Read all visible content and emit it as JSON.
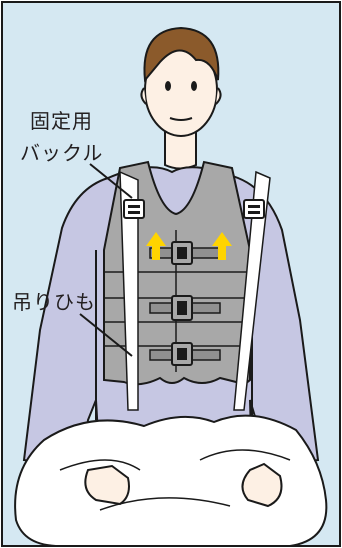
{
  "labels": {
    "buckle_line1": "固定用",
    "buckle_line2": "バックル",
    "strap": "吊りひも"
  },
  "colors": {
    "background": "#d5e8f2",
    "frame": "#1a1a1a",
    "skin": "#fdf0e4",
    "hair": "#8b5a2b",
    "shirt": "#c6c7e3",
    "vest": "#a8a8a8",
    "vest_dark": "#909090",
    "strap": "#ffffff",
    "arrow": "#ffd400",
    "blanket": "#ffffff"
  },
  "icons": [
    "up-arrow-icon",
    "up-arrow-icon",
    "buckle-icon"
  ]
}
